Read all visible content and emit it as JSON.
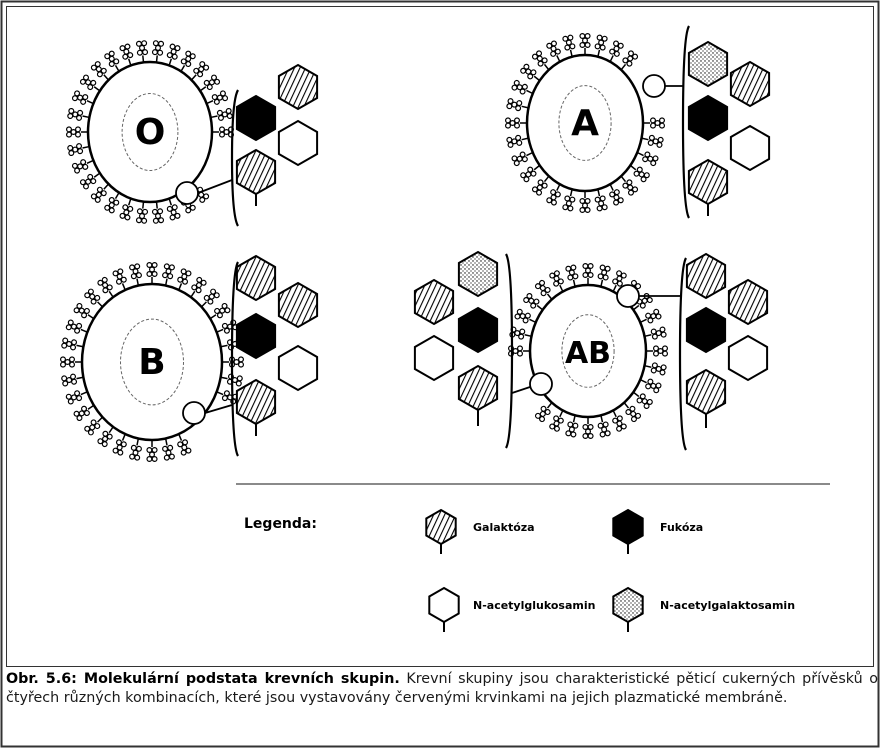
{
  "cells": [
    {
      "letter": "O"
    },
    {
      "letter": "A"
    },
    {
      "letter": "B"
    },
    {
      "letter": "AB"
    }
  ],
  "legend": {
    "title": "Legenda:",
    "items": [
      {
        "label": "Galaktóza",
        "pattern": "hatched"
      },
      {
        "label": "Fukóza",
        "pattern": "solid"
      },
      {
        "label": "N-acetylglukosamin",
        "pattern": "empty"
      },
      {
        "label": "N-acetylgalaktosamin",
        "pattern": "dotted"
      }
    ]
  },
  "caption": {
    "bold": "Obr. 5.6: Molekulární podstata krevních skupin.",
    "text": " Krevní skupiny jsou charakteristické pěticí cukerných přívěsků o čtyřech různých kombinacích, které jsou vystavovány červenými krvinkami na jejich plazmatické membráně."
  },
  "colors": {
    "ink": "#000000",
    "paper": "#ffffff",
    "frame": "#333333"
  }
}
